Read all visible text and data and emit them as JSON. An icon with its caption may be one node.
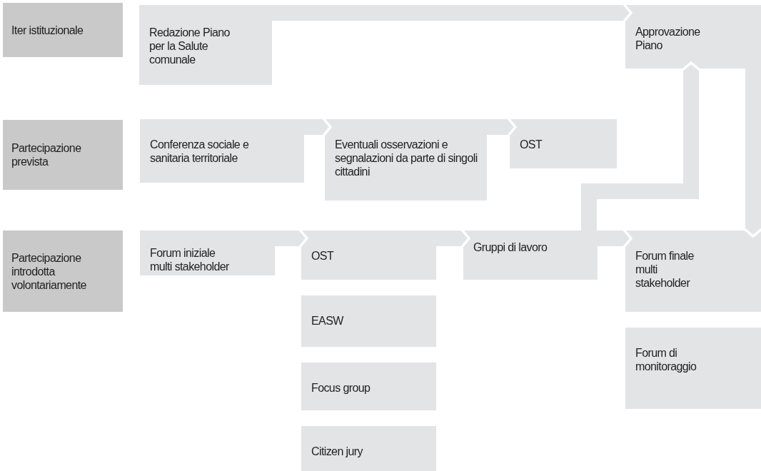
{
  "diagram": {
    "nodes": [
      {
        "text": [
          "Iter istituzionale"
        ]
      },
      {
        "text": [
          "Partecipazione prevista"
        ]
      },
      {
        "text": [
          "Partecipazione introdotta volontariamente"
        ]
      },
      {
        "text": [
          "Redazione Piano per la Salute comunale"
        ]
      },
      {
        "text": [
          "Approvazione Piano"
        ]
      },
      {
        "text": [
          "Conferenza sociale e sanitaria territoriale"
        ]
      },
      {
        "text": [
          "Eventuali osservazioni e segnalazioni da parte di singoli cittadini"
        ]
      },
      {
        "text": [
          "OST"
        ]
      },
      {
        "text": [
          "Forum iniziale multi stakeholder"
        ]
      },
      {
        "text": [
          "OST"
        ]
      },
      {
        "text": [
          "EASW"
        ]
      },
      {
        "text": [
          "Focus group"
        ]
      },
      {
        "text": [
          "Citizen jury"
        ]
      },
      {
        "text": [
          "Gruppi di lavoro"
        ]
      },
      {
        "text": [
          "Forum finale multi stakeholder"
        ]
      },
      {
        "text": [
          "Forum di monitoraggio"
        ]
      }
    ],
    "edges": [
      {
        "from": 3,
        "to": 4,
        "arrow": "to"
      },
      {
        "from": 5,
        "to": 6,
        "arrow": "to"
      },
      {
        "from": 6,
        "to": 7,
        "arrow": "to"
      },
      {
        "from": 8,
        "to": 9,
        "arrow": "to"
      },
      {
        "from": 9,
        "to": 13,
        "arrow": "to"
      },
      {
        "from": 13,
        "to": 14,
        "arrow": "to"
      },
      {
        "from": 13,
        "to": 4,
        "arrow": "to"
      },
      {
        "from": 4,
        "to": 14,
        "arrow": "to"
      }
    ]
  }
}
